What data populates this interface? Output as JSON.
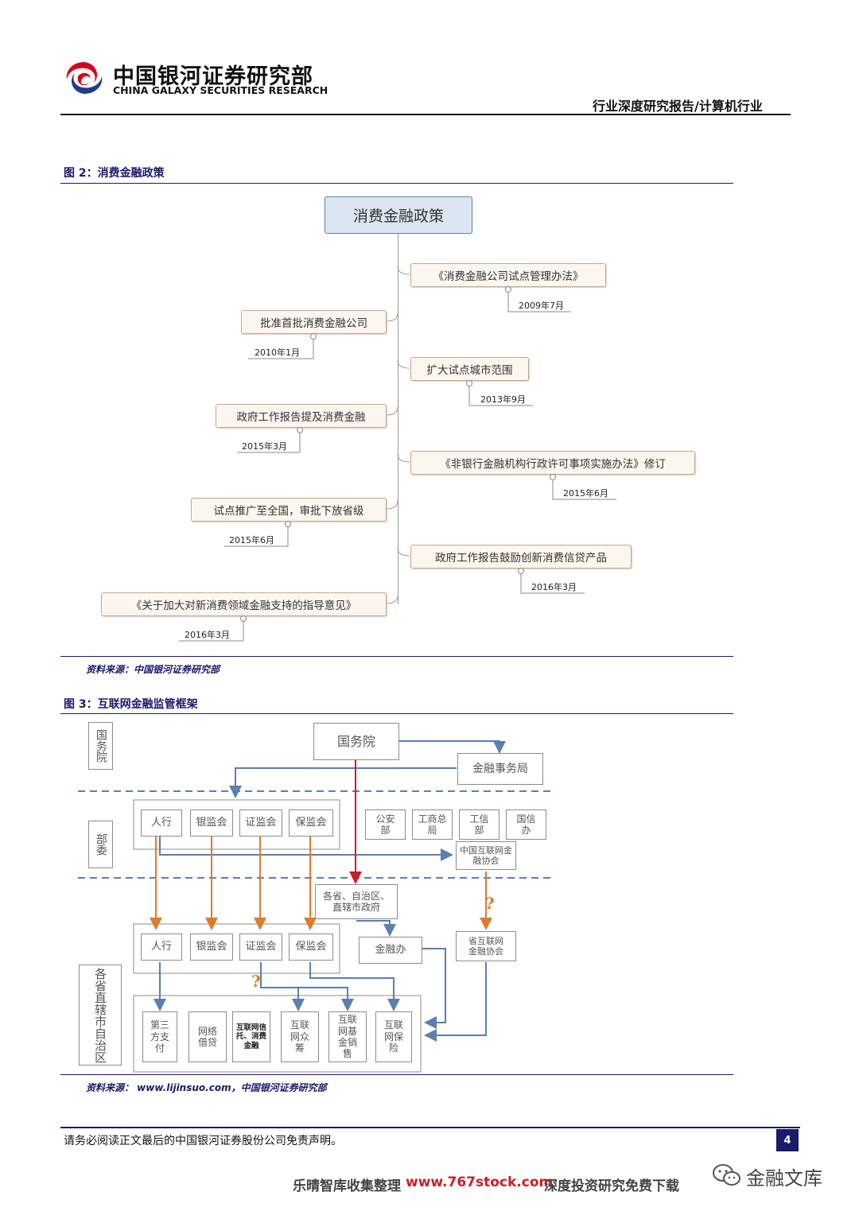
{
  "header": {
    "org_cn": "中国银河证券研究部",
    "org_en": "CHINA GALAXY SECURITIES RESEARCH",
    "report_type": "行业深度研究报告/计算机行业",
    "brand_color": "#d6001c"
  },
  "figure2": {
    "title": "图 2：消费金融政策",
    "root": "消费金融政策",
    "events": [
      {
        "label": "《消费金融公司试点管理办法》",
        "date": "2009年7月"
      },
      {
        "label": "批准首批消费金融公司",
        "date": "2010年1月"
      },
      {
        "label": "扩大试点城市范围",
        "date": "2013年9月"
      },
      {
        "label": "政府工作报告提及消费金融",
        "date": "2015年3月"
      },
      {
        "label": "《非银行金融机构行政许可事项实施办法》修订",
        "date": "2015年6月"
      },
      {
        "label": "试点推广至全国，审批下放省级",
        "date": "2015年6月"
      },
      {
        "label": "政府工作报告鼓励创新消费信贷产品",
        "date": "2016年3月"
      },
      {
        "label": "《关于加大对新消费领域金融支持的指导意见》",
        "date": "2016年3月"
      }
    ],
    "source": "资料来源：中国银河证券研究部"
  },
  "figure3": {
    "title": "图 3：互联网金融监管框架",
    "levels": [
      "国务院",
      "部委",
      "各省直辖市自治区"
    ],
    "state_council": "国务院",
    "finance_office": "金融事务局",
    "ministries": [
      "人行",
      "银监会",
      "证监会",
      "保监会"
    ],
    "other_ministries": [
      "公安部",
      "工商总局",
      "工信部",
      "国信办"
    ],
    "association": "中国互联网金融协会",
    "provincial_gov": "各省、自治区、直辖市政府",
    "provincial_finance_office": "金融办",
    "provincial_association": "省互联网金融协会",
    "local_regulators": [
      "人行",
      "银监会",
      "证监会",
      "保监会"
    ],
    "businesses": [
      "第三方支付",
      "网络借贷",
      "互联网信托、消费金融",
      "互联网众筹",
      "互联网基金销售",
      "互联网保险"
    ],
    "question_mark": "?",
    "source": "资料来源： www.lijinsuo.com，中国银河证券研究部",
    "colors": {
      "blue": "#5b7fae",
      "orange": "#e07b2c",
      "red": "#c8202a"
    }
  },
  "footer": {
    "disclaimer": "请务必阅读正文最后的中国银河证券股份公司免责声明。",
    "page_number": "4",
    "watermark_left": "乐晴智库收集整理",
    "watermark_url": "www.767stock.com",
    "watermark_right": "深度投资研究免费下载",
    "wechat": "金融文库"
  }
}
